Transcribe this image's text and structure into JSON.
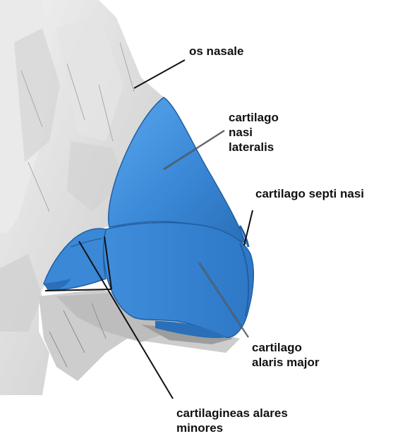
{
  "labels": {
    "os_nasale": [
      "os nasale"
    ],
    "lateralis": [
      "cartilago",
      "nasi",
      "lateralis"
    ],
    "septi": [
      "cartilago septi nasi"
    ],
    "alaris_major": [
      "cartilago",
      "alaris major"
    ],
    "alares_minores": [
      "cartilagineas alares",
      "minores"
    ]
  },
  "colors": {
    "cartilage_blue": "#3a88d6",
    "cartilage_dark": "#1f5fa3",
    "bone_gray": "#dedede",
    "leader_line": "#111111"
  }
}
